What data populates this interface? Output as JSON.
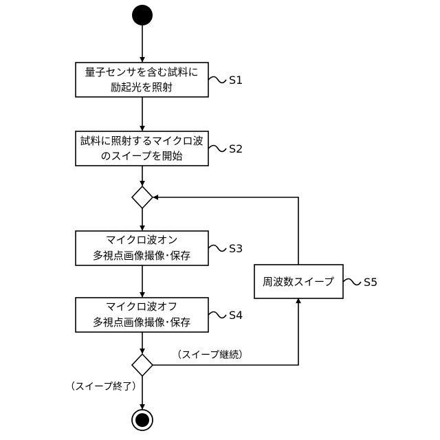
{
  "steps": {
    "s1": {
      "id": "S1",
      "line1": "量子センサを含む試料に",
      "line2": "励起光を照射"
    },
    "s2": {
      "id": "S2",
      "line1": "試料に照射するマイクロ波",
      "line2": "のスイープを開始"
    },
    "s3": {
      "id": "S3",
      "line1": "マイクロ波オン",
      "line2": "多視点画像撮像･保存"
    },
    "s4": {
      "id": "S4",
      "line1": "マイクロ波オフ",
      "line2": "多視点画像撮像･保存"
    },
    "s5": {
      "id": "S5",
      "line1": "周波数スイープ"
    }
  },
  "labels": {
    "continue": "（スイープ継続）",
    "end": "（スイープ終了）"
  }
}
